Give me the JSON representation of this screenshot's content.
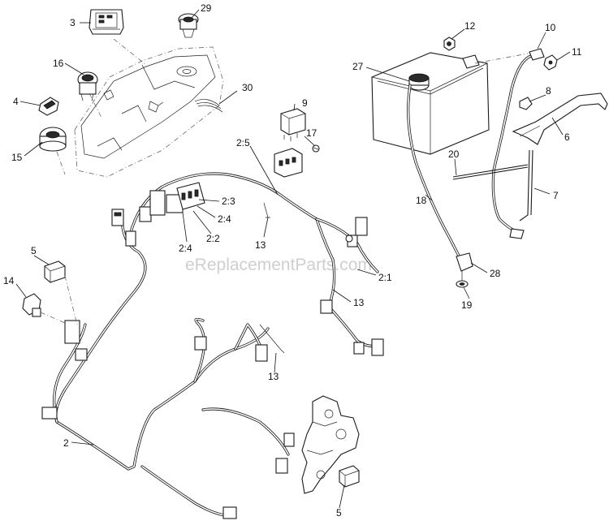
{
  "watermark": "eReplacementParts.com",
  "callouts": [
    {
      "id": "c3",
      "text": "3"
    },
    {
      "id": "c29",
      "text": "29"
    },
    {
      "id": "c16",
      "text": "16"
    },
    {
      "id": "c4",
      "text": "4"
    },
    {
      "id": "c15",
      "text": "15"
    },
    {
      "id": "c30",
      "text": "30"
    },
    {
      "id": "c9",
      "text": "9"
    },
    {
      "id": "c17",
      "text": "17"
    },
    {
      "id": "c2_5",
      "text": "2:5"
    },
    {
      "id": "c2_3",
      "text": "2:3"
    },
    {
      "id": "c2_4a",
      "text": "2:4"
    },
    {
      "id": "c2_4b",
      "text": "2:4"
    },
    {
      "id": "c2_2",
      "text": "2:2"
    },
    {
      "id": "c13a",
      "text": "13"
    },
    {
      "id": "c5a",
      "text": "5"
    },
    {
      "id": "c14",
      "text": "14"
    },
    {
      "id": "c2_1",
      "text": "2:1"
    },
    {
      "id": "c13b",
      "text": "13"
    },
    {
      "id": "c13c",
      "text": "13"
    },
    {
      "id": "c2",
      "text": "2"
    },
    {
      "id": "c5b",
      "text": "5"
    },
    {
      "id": "c12",
      "text": "12"
    },
    {
      "id": "c10",
      "text": "10"
    },
    {
      "id": "c11",
      "text": "11"
    },
    {
      "id": "c27",
      "text": "27"
    },
    {
      "id": "c8",
      "text": "8"
    },
    {
      "id": "c6",
      "text": "6"
    },
    {
      "id": "c20",
      "text": "20"
    },
    {
      "id": "c7",
      "text": "7"
    },
    {
      "id": "c18",
      "text": "18"
    },
    {
      "id": "c28",
      "text": "28"
    },
    {
      "id": "c19",
      "text": "19"
    }
  ]
}
